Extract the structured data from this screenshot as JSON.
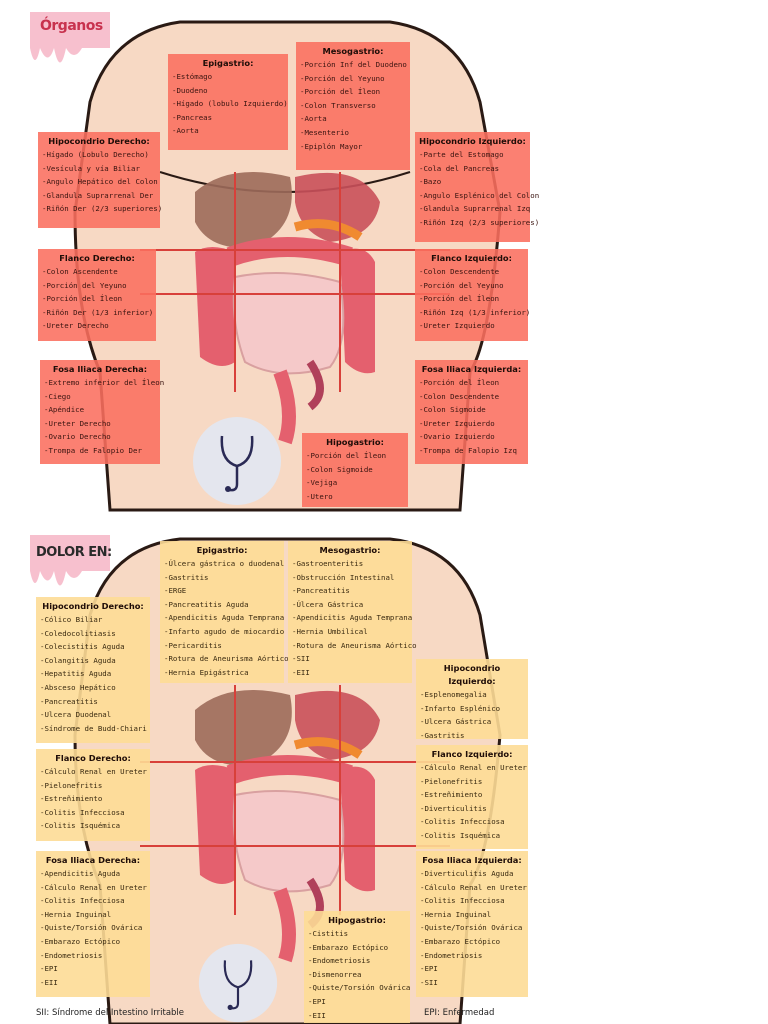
{
  "top": {
    "heading": "Órganos",
    "boxes": [
      {
        "title": "Epigastrio:",
        "items": [
          "-Estómago",
          "-Duodeno",
          "-Hígado (lobulo Izquierdo)",
          "-Pancreas",
          "-Aorta"
        ]
      },
      {
        "title": "Mesogastrio:",
        "items": [
          "-Porción Inf del Duodeno",
          "-Porción del Yeyuno",
          "-Porción del Íleon",
          "-Colon Transverso",
          "-Aorta",
          "-Mesenterio",
          "-Epiplón Mayor"
        ]
      },
      {
        "title": "Hipocondrio Derecho:",
        "items": [
          "-Hígado (Lobulo Derecho)",
          "-Vesícula y vía Biliar",
          "-Angulo Hepático del Colon",
          "-Glandula Suprarrenal Der",
          "-Riñón Der (2/3 superiores)"
        ]
      },
      {
        "title": "Hipocondrio Izquierdo:",
        "items": [
          "-Parte del Estomago",
          "-Cola del Pancreas",
          "-Bazo",
          "-Angulo Esplénico del Colon",
          "-Glandula Suprarrenal Izq",
          "-Riñón Izq (2/3 superiores)"
        ]
      },
      {
        "title": "Flanco Derecho:",
        "items": [
          "-Colon Ascendente",
          "-Porción del Yeyuno",
          "-Porción del Íleon",
          "-Riñón Der (1/3 inferior)",
          "-Ureter Derecho"
        ]
      },
      {
        "title": "Flanco Izquierdo:",
        "items": [
          "-Colon Descendente",
          "-Porción del Yeyuno",
          "-Porción del Íleon",
          "-Riñón Izq (1/3 inferior)",
          "-Ureter Izquierdo"
        ]
      },
      {
        "title": "Fosa Iliaca Derecha:",
        "items": [
          "-Extremo inferior del Íleon",
          "-Ciego",
          "-Apéndice",
          "-Ureter Derecho",
          "-Ovario Derecho",
          "-Trompa de Falopio Der"
        ]
      },
      {
        "title": "Fosa Iliaca Izquierda:",
        "items": [
          "-Porción del Íleon",
          "-Colon Descendente",
          "-Colon Sigmoide",
          "-Ureter Izquierdo",
          "-Ovario Izquierdo",
          "-Trompa de Falopio Izq"
        ]
      },
      {
        "title": "Hipogastrio:",
        "items": [
          "-Porción del Íleon",
          "-Colon Sigmoide",
          "-Vejiga",
          "-Utero"
        ]
      }
    ]
  },
  "bottom": {
    "heading": "DOLOR EN:",
    "boxes": [
      {
        "title": "Epigastrio:",
        "items": [
          "-Úlcera gástrica o duodenal",
          "-Gastritis",
          "-ERGE",
          "-Pancreatitis Aguda",
          "-Apendicitis Aguda Temprana",
          "-Infarto agudo de miocardio",
          "-Pericarditis",
          "-Rotura de Aneurisma Aórtico",
          "-Hernia Epigástrica"
        ]
      },
      {
        "title": "Mesogastrio:",
        "items": [
          "-Gastroenteritis",
          "-Obstrucción Intestinal",
          "-Pancreatitis",
          "-Úlcera Gástrica",
          "-Apendicitis Aguda Temprana",
          "-Hernia Umbilical",
          "-Rotura de Aneurisma Aórtico",
          "-SII",
          "-EII"
        ]
      },
      {
        "title": "Hipocondrio Derecho:",
        "items": [
          "-Cólico Biliar",
          "-Coledocolitiasis",
          "-Colecistitis Aguda",
          "-Colangitis Aguda",
          "-Hepatitis Aguda",
          "-Absceso Hepático",
          "-Pancreatitis",
          "-Ulcera Duodenal",
          "-Síndrome de Budd-Chiari"
        ]
      },
      {
        "title": "Hipocondrio Izquierdo:",
        "items": [
          "-Esplenomegalia",
          "-Infarto Esplénico",
          "-Ulcera Gástrica",
          "-Gastritis"
        ]
      },
      {
        "title": "Flanco Derecho:",
        "items": [
          "-Cálculo Renal en Ureter",
          "-Pielonefritis",
          "-Estreñimiento",
          "-Colitis Infecciosa",
          "-Colitis Isquémica"
        ]
      },
      {
        "title": "Flanco Izquierdo:",
        "items": [
          "-Cálculo Renal en Ureter",
          "-Pielonefritis",
          "-Estreñimiento",
          "-Diverticulitis",
          "-Colitis Infecciosa",
          "-Colitis Isquémica"
        ]
      },
      {
        "title": "Fosa Iliaca Derecha:",
        "items": [
          "-Apendicitis Aguda",
          "-Cálculo Renal en Ureter",
          "-Colitis Infecciosa",
          "-Hernia Inguinal",
          "-Quiste/Torsión Ovárica",
          "-Embarazo Ectópico",
          "-Endometriosis",
          "-EPI",
          "-EII"
        ]
      },
      {
        "title": "Fosa Iliaca Izquierda:",
        "items": [
          "-Diverticulitis Aguda",
          "-Cálculo Renal en Ureter",
          "-Colitis Infecciosa",
          "-Hernia Inguinal",
          "-Quiste/Torsión Ovárica",
          "-Embarazo Ectópico",
          "-Endometriosis",
          "-EPI",
          "-SII"
        ]
      },
      {
        "title": "Hipogastrio:",
        "items": [
          "-Cistitis",
          "-Embarazo Ectópico",
          "-Endometriosis",
          "-Dismenorrea",
          "-Quiste/Torsión Ovárica",
          "-EPI",
          "-EII"
        ]
      }
    ]
  },
  "footer": {
    "left": "SII: Síndrome del Intestino Irritable",
    "right": "EPI: Enfermedad"
  }
}
